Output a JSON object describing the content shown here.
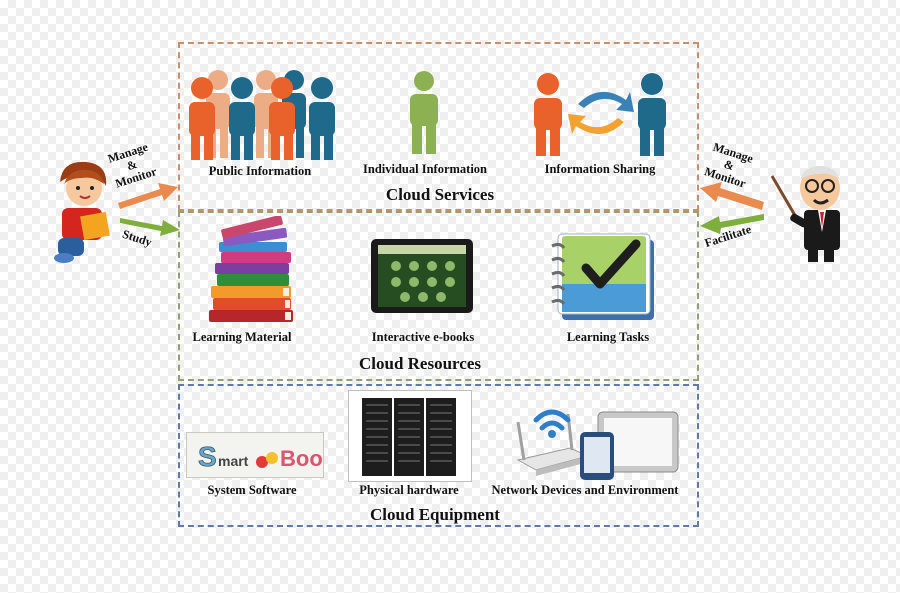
{
  "services": {
    "title": "Cloud Services",
    "items": [
      "Public Information",
      "Individual Information",
      "Information Sharing"
    ]
  },
  "resources": {
    "title": "Cloud Resources",
    "items": [
      "Learning Material",
      "Interactive e-books",
      "Learning Tasks"
    ]
  },
  "equipment": {
    "title": "Cloud Equipment",
    "items": [
      "System Software",
      "Physical hardware",
      "Network Devices and Environment"
    ]
  },
  "left_actor": {
    "manage_line1": "Manage",
    "manage_line2": "&",
    "manage_line3": "Monitor",
    "study": "Study"
  },
  "right_actor": {
    "manage_line1": "Manage",
    "manage_line2": "&",
    "manage_line3": "Monitor",
    "facilitate": "Facilitate"
  },
  "logo_text": "SmartBook",
  "colors": {
    "orange": "#e9622b",
    "teal": "#1f6a8a",
    "green": "#8bb153",
    "peach": "#ecad86"
  }
}
